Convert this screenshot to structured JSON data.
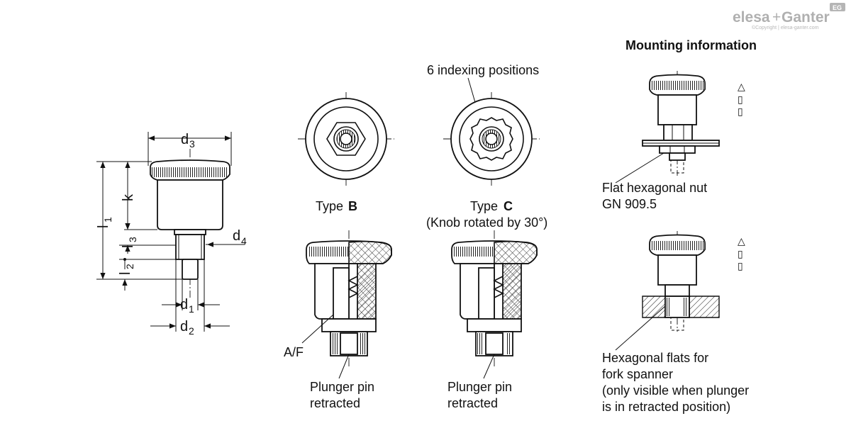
{
  "logo": {
    "brand_a": "elesa",
    "brand_sep": "+",
    "brand_b": "Ganter",
    "badge": "EG",
    "tagline": "©Copyright | elesa-ganter.com"
  },
  "left_view": {
    "d3": "d",
    "d3_sub": "3",
    "k": "k",
    "l1": "l",
    "l1_sub": "1",
    "l3": "l",
    "l3_sub": "3",
    "l2": "l",
    "l2_sub": "2",
    "d4": "d",
    "d4_sub": "4",
    "d1": "d",
    "d1_sub": "1",
    "d2": "d",
    "d2_sub": "2"
  },
  "type_b": {
    "prefix": "Type ",
    "letter": "B",
    "af_label": "A/F",
    "plunger_line1": "Plunger pin",
    "plunger_line2": "retracted"
  },
  "type_c": {
    "indexing_label": "6 indexing positions",
    "prefix": "Type ",
    "letter": "C",
    "rotated_note": "(Knob rotated by 30°)",
    "plunger_line1": "Plunger pin",
    "plunger_line2": "retracted"
  },
  "mounting": {
    "title": "Mounting information",
    "nut_line1": "Flat hexagonal nut",
    "nut_line2": "GN 909.5",
    "flats_line1": "Hexagonal flats for",
    "flats_line2": "fork spanner",
    "flats_line3": "(only visible when plunger",
    "flats_line4": "is in retracted position)",
    "side_glyph": "△",
    "side_box": "▯"
  }
}
